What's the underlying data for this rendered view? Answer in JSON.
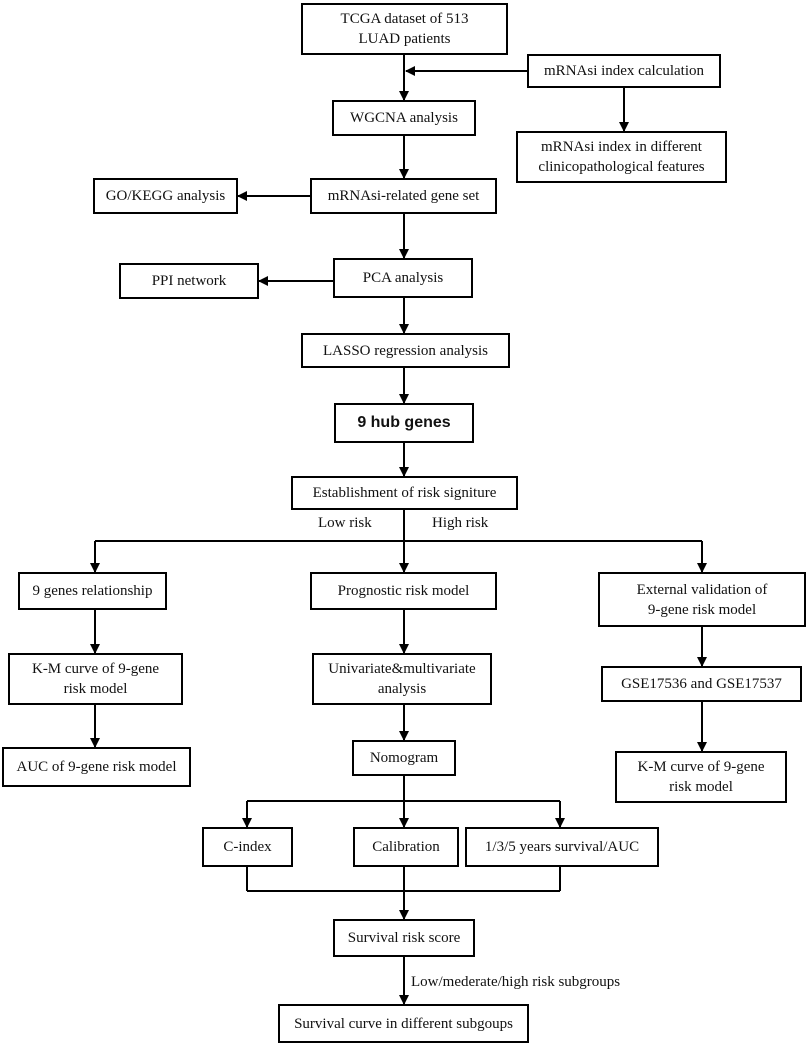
{
  "nodes": {
    "tcga": "TCGA dataset of 513\nLUAD patients",
    "mrnasi_calc": "mRNAsi index calculation",
    "wgcna": "WGCNA analysis",
    "mrnasi_features": "mRNAsi index in different\nclinicopathological features",
    "go_kegg": "GO/KEGG analysis",
    "gene_set": "mRNAsi-related gene set",
    "ppi": "PPI network",
    "pca": "PCA analysis",
    "lasso": "LASSO regression analysis",
    "hub_genes": "9 hub genes",
    "risk_signature": "Establishment of risk signiture",
    "genes_relationship": "9 genes relationship",
    "prognostic_model": "Prognostic risk model",
    "external_validation": "External validation of\n9-gene risk model",
    "km_left": "K-M curve of 9-gene\nrisk model",
    "univariate": "Univariate&multivariate\nanalysis",
    "gse": "GSE17536 and GSE17537",
    "auc_left": "AUC of 9-gene risk model",
    "nomogram": "Nomogram",
    "km_right": "K-M curve of 9-gene\nrisk model",
    "cindex": "C-index",
    "calibration": "Calibration",
    "survival_auc": "1/3/5 years survival/AUC",
    "risk_score": "Survival risk score",
    "survival_curve": "Survival curve in different subgoups"
  },
  "edge_labels": {
    "low_risk": "Low risk",
    "high_risk": "High risk",
    "subgroups": "Low/mederate/high risk subgroups"
  }
}
